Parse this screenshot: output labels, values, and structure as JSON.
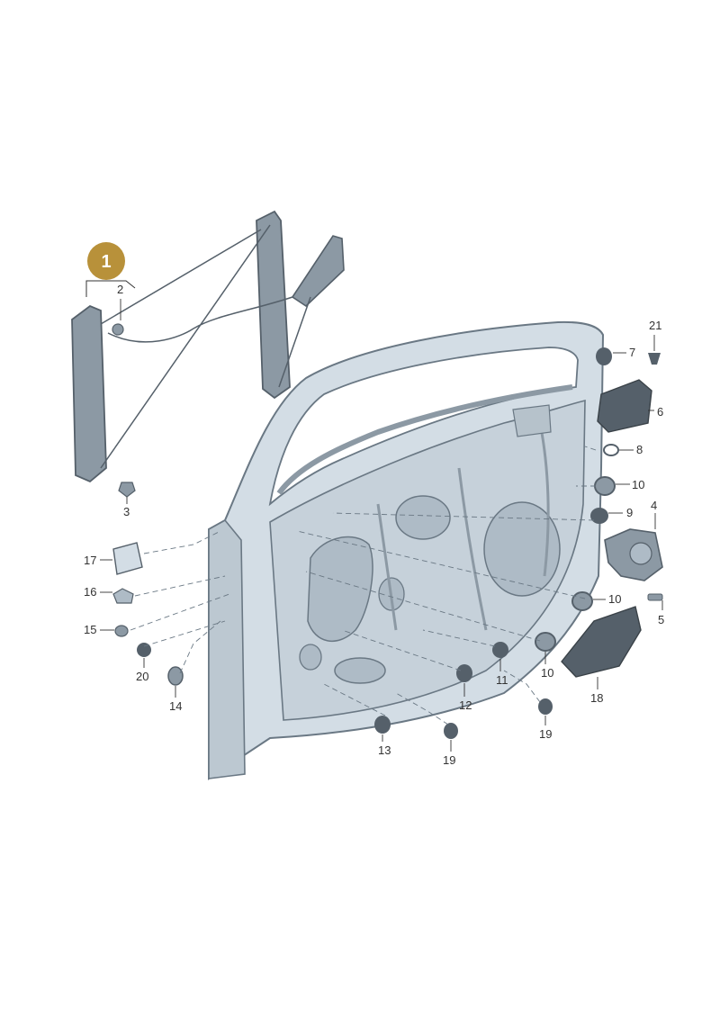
{
  "callout": {
    "label": "1",
    "color": "#b8913a"
  },
  "colors": {
    "door_fill": "#d3dde5",
    "door_stroke": "#6a7884",
    "part_dark": "#55606a",
    "part_mid": "#8c99a4",
    "accent": "#b8913a"
  },
  "parts": [
    {
      "id": "p2",
      "label": "2"
    },
    {
      "id": "p3",
      "label": "3"
    },
    {
      "id": "p4",
      "label": "4"
    },
    {
      "id": "p5",
      "label": "5"
    },
    {
      "id": "p6",
      "label": "6"
    },
    {
      "id": "p7",
      "label": "7"
    },
    {
      "id": "p8",
      "label": "8"
    },
    {
      "id": "p9",
      "label": "9"
    },
    {
      "id": "p10a",
      "label": "10"
    },
    {
      "id": "p10b",
      "label": "10"
    },
    {
      "id": "p10c",
      "label": "10"
    },
    {
      "id": "p11",
      "label": "11"
    },
    {
      "id": "p12",
      "label": "12"
    },
    {
      "id": "p13",
      "label": "13"
    },
    {
      "id": "p14",
      "label": "14"
    },
    {
      "id": "p15",
      "label": "15"
    },
    {
      "id": "p16",
      "label": "16"
    },
    {
      "id": "p17",
      "label": "17"
    },
    {
      "id": "p18",
      "label": "18"
    },
    {
      "id": "p19a",
      "label": "19"
    },
    {
      "id": "p19b",
      "label": "19"
    },
    {
      "id": "p20",
      "label": "20"
    },
    {
      "id": "p21",
      "label": "21"
    }
  ]
}
